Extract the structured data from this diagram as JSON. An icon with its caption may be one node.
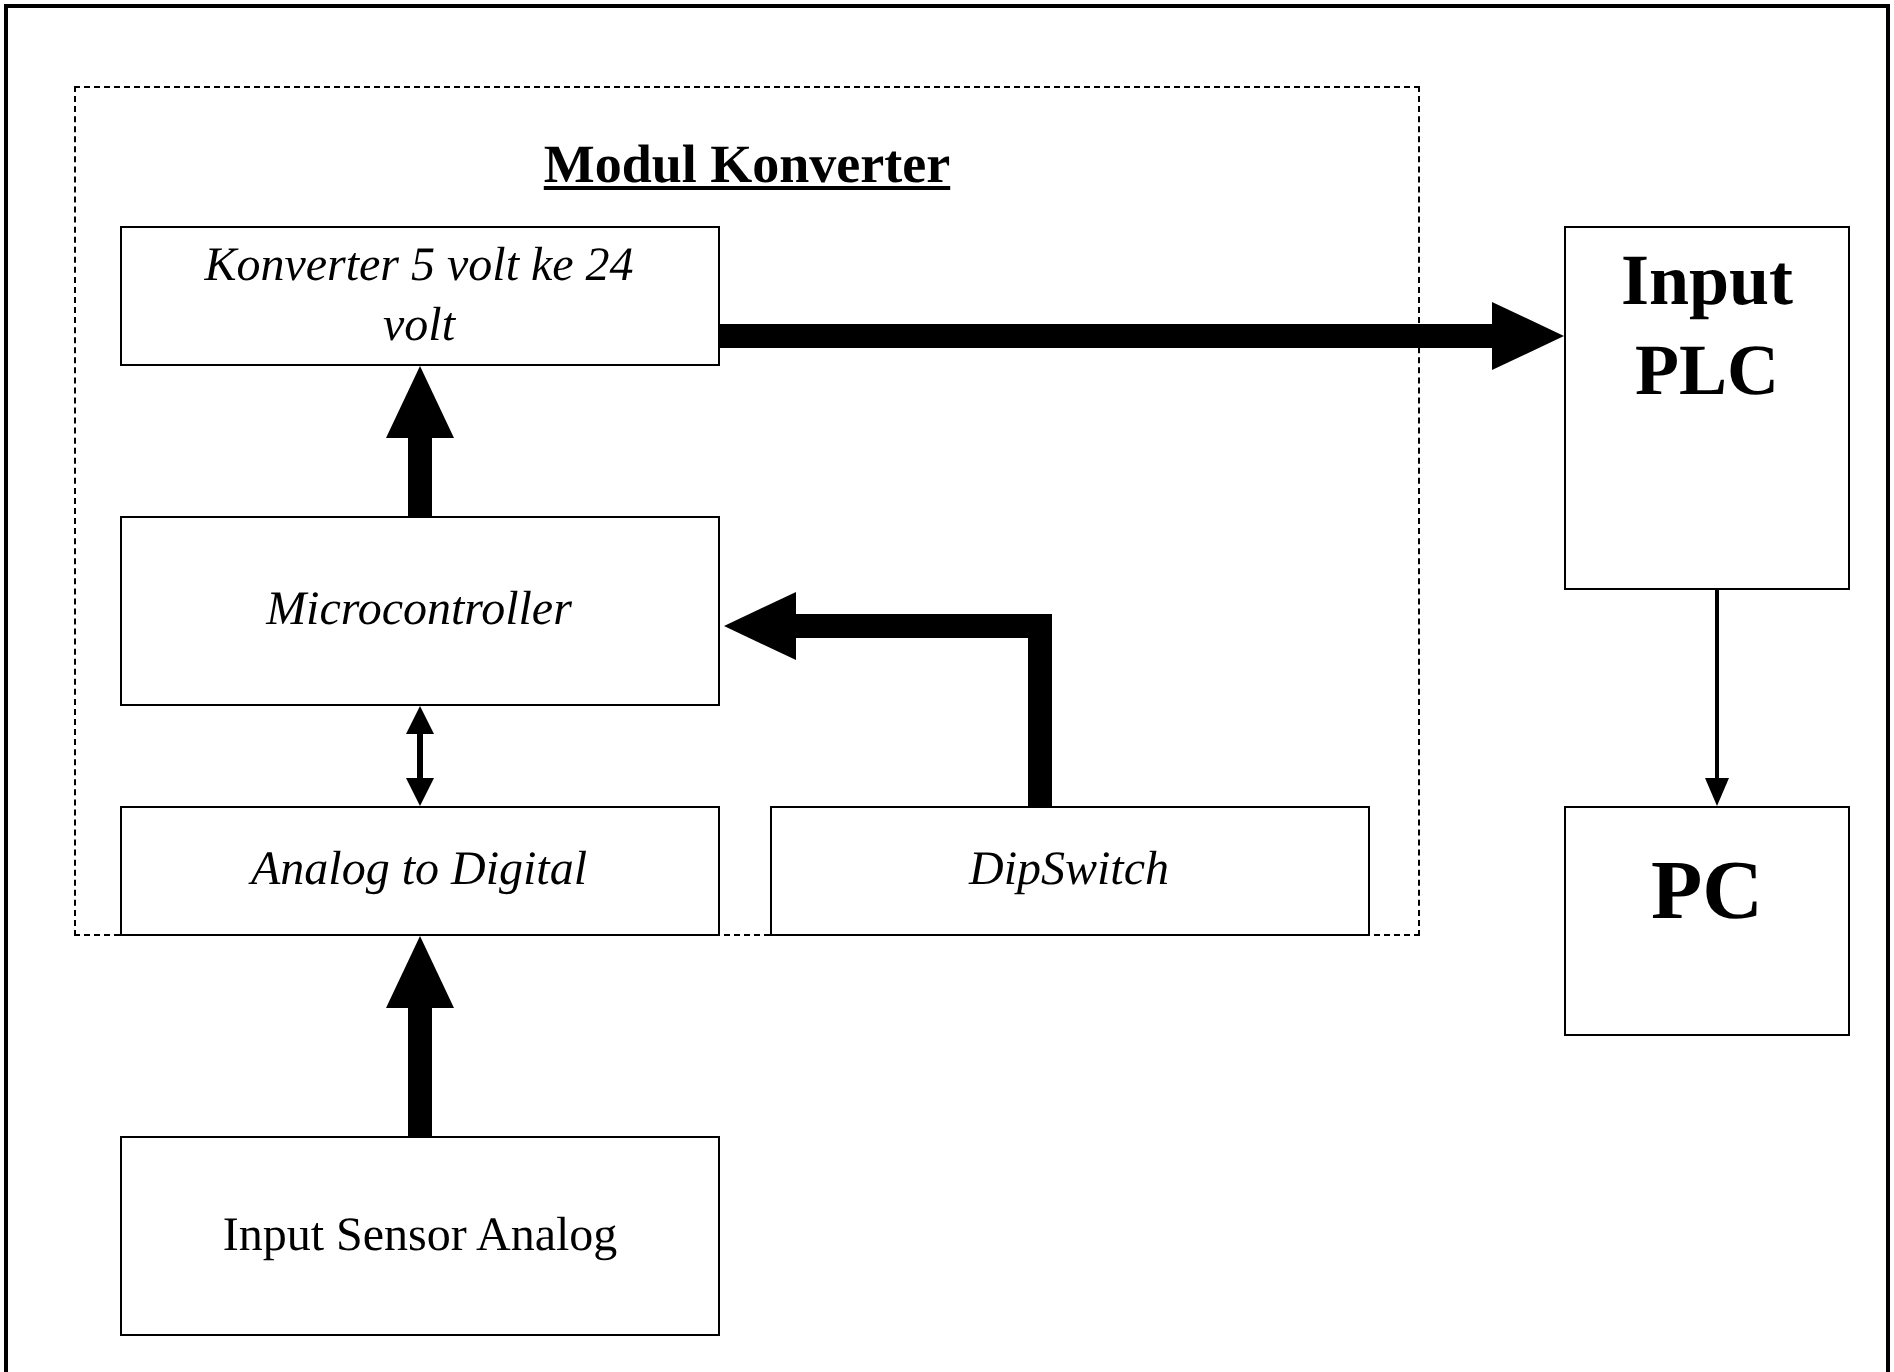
{
  "diagram": {
    "nodes": [
      {
        "text": [
          "Modul Konverter"
        ]
      },
      {
        "text": [
          "Konverter 5 volt ke 24 volt"
        ],
        "in": 0
      },
      {
        "text": [
          "Microcontroller"
        ],
        "in": 0
      },
      {
        "text": [
          "Analog to Digital"
        ],
        "in": 0
      },
      {
        "text": [
          "DipSwitch"
        ],
        "in": 0
      },
      {
        "text": [
          "Input Sensor Analog"
        ]
      },
      {
        "text": [
          "Input PLC"
        ]
      },
      {
        "text": [
          "PC"
        ]
      }
    ],
    "edges": [
      {
        "from": 1,
        "to": 6,
        "arrow": "to"
      },
      {
        "from": 2,
        "to": 1,
        "arrow": "to"
      },
      {
        "from": 2,
        "to": 3,
        "arrow": "both"
      },
      {
        "from": 4,
        "to": 2,
        "arrow": "to"
      },
      {
        "from": 5,
        "to": 3,
        "arrow": "to"
      },
      {
        "from": 6,
        "to": 7,
        "arrow": "to"
      }
    ]
  }
}
